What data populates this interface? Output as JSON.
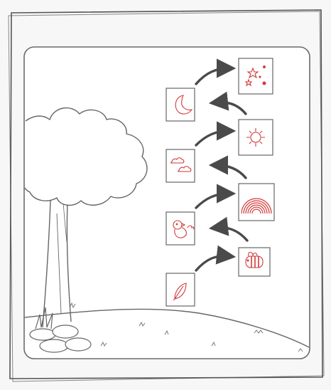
{
  "worksheet": {
    "colors": {
      "ink": "#5a5a5a",
      "arrow": "#4a4a4a",
      "accent": "#d23a3a",
      "paper": "#ffffff",
      "background": "#f7f7f7"
    },
    "cards": [
      {
        "id": "leaf",
        "icon": "leaf-icon"
      },
      {
        "id": "bee",
        "icon": "bee-icon"
      },
      {
        "id": "bird",
        "icon": "bird-icon"
      },
      {
        "id": "rainbow",
        "icon": "rainbow-icon"
      },
      {
        "id": "cloud",
        "icon": "cloud-icon"
      },
      {
        "id": "sun",
        "icon": "sun-icon"
      },
      {
        "id": "moon",
        "icon": "moon-icon"
      },
      {
        "id": "stars",
        "icon": "stars-icon"
      }
    ],
    "sequence": [
      "leaf",
      "bee",
      "bird",
      "rainbow",
      "cloud",
      "sun",
      "moon",
      "stars"
    ]
  }
}
